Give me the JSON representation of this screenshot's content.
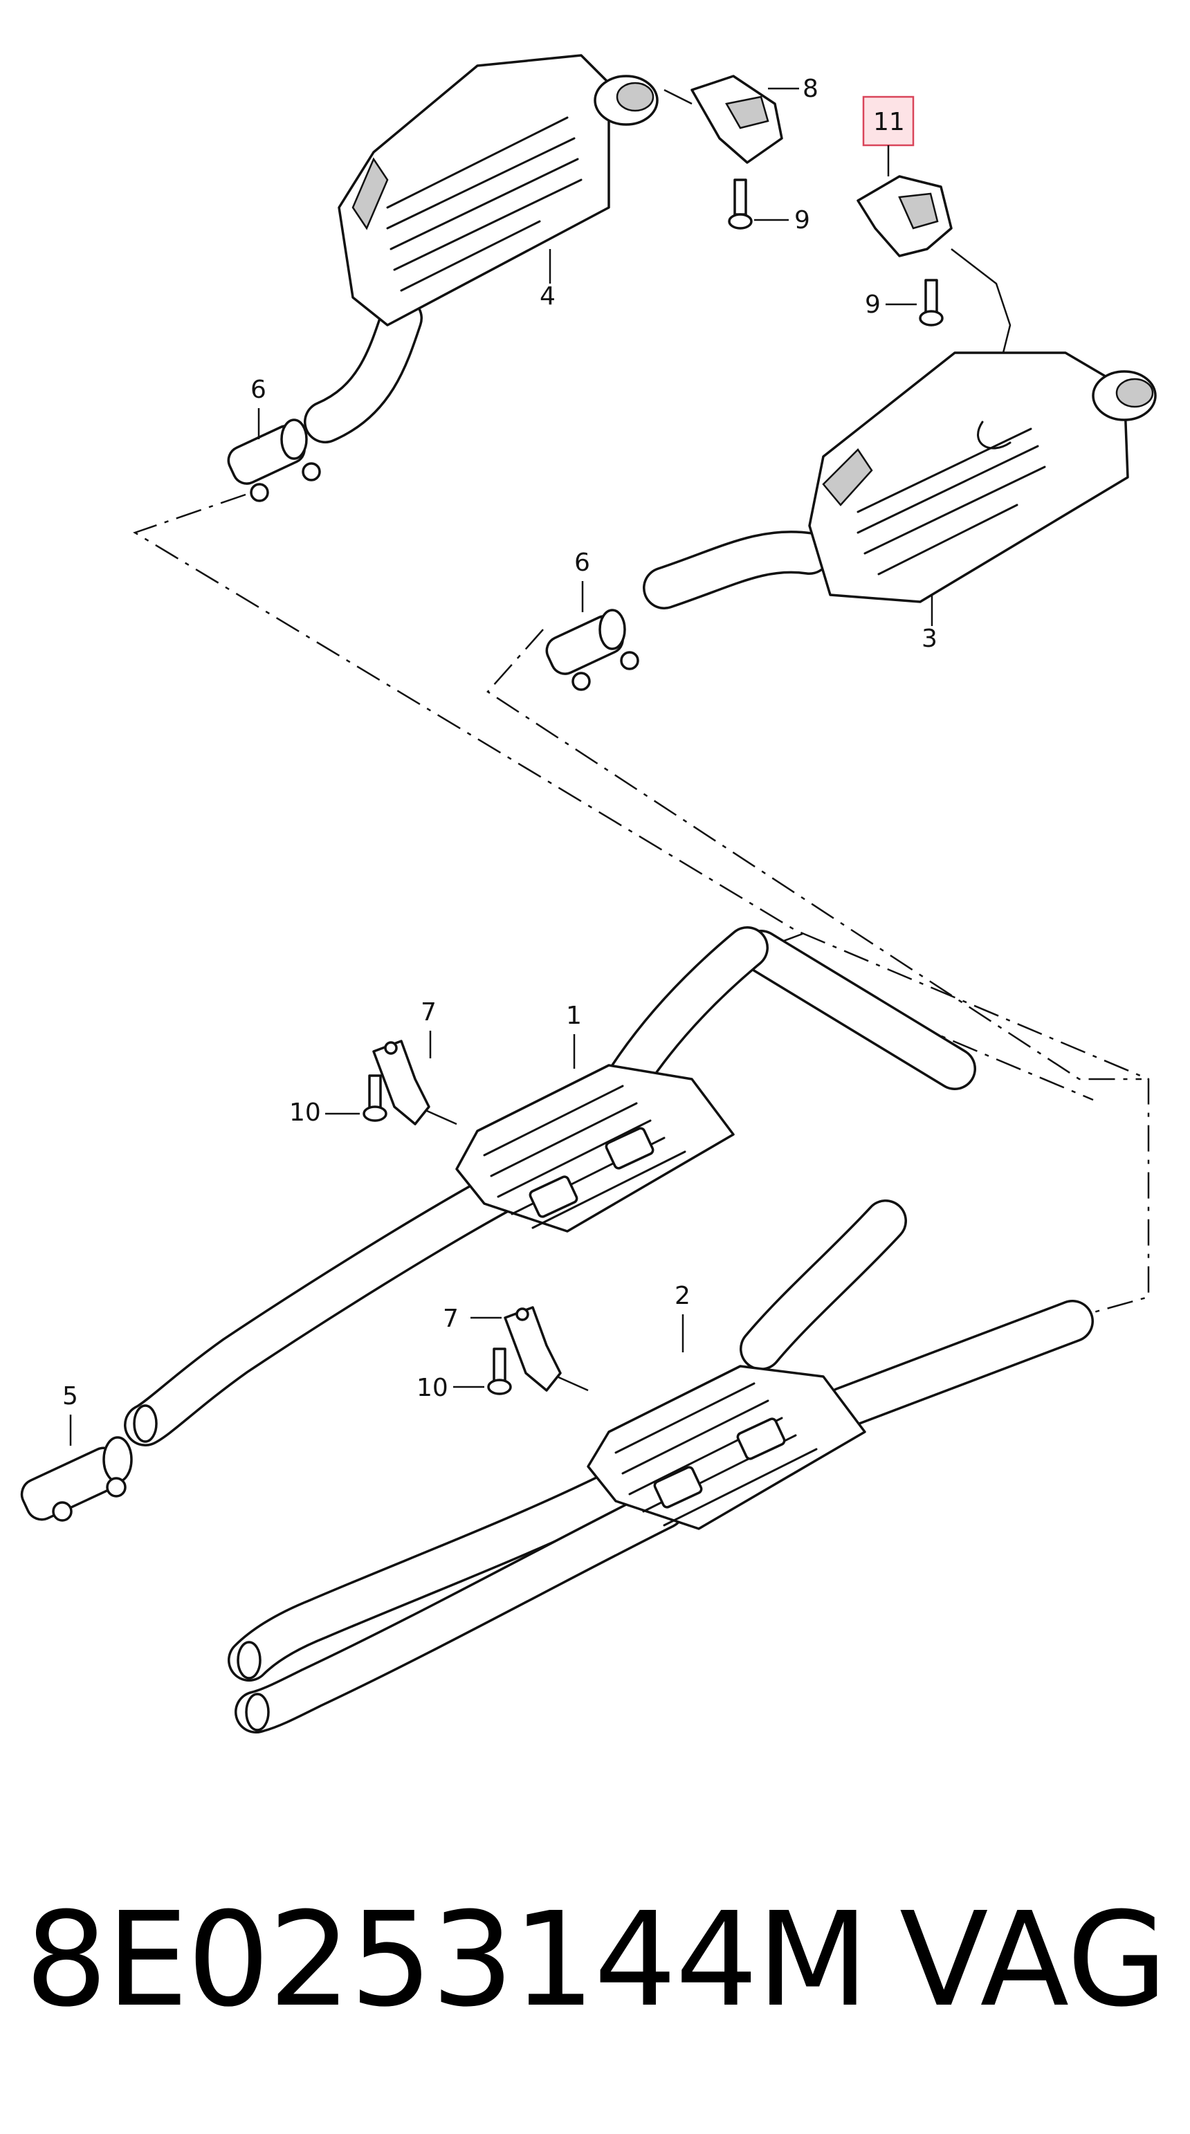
{
  "diagram": {
    "callouts": {
      "c1": "1",
      "c2": "2",
      "c3": "3",
      "c4": "4",
      "c5": "5",
      "c6a": "6",
      "c6b": "6",
      "c7a": "7",
      "c7b": "7",
      "c8": "8",
      "c9a": "9",
      "c9b": "9",
      "c10a": "10",
      "c10b": "10",
      "c11": "11"
    },
    "highlighted_callout": "11",
    "highlight_color": "#d9455a"
  },
  "footer": {
    "part_number": "8E0253144M",
    "brand": "VAG"
  }
}
